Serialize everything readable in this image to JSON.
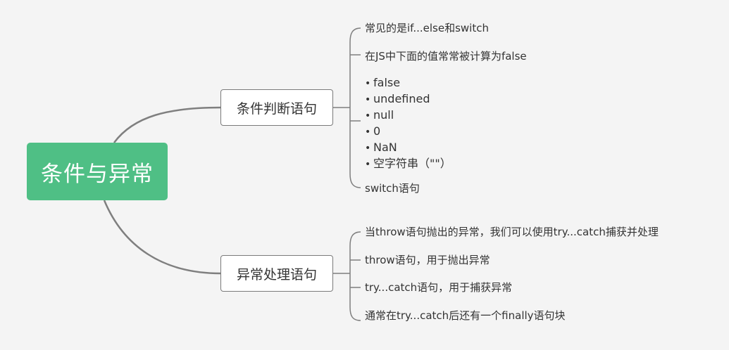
{
  "colors": {
    "root_fill": "#4fbf85",
    "connector": "#7f7f7f",
    "background": "#f4f4f4"
  },
  "root": {
    "label": "条件与异常"
  },
  "branches": [
    {
      "label": "条件判断语句",
      "items": [
        "常见的是if...else和switch",
        "在JS中下面的值常常被计算为false"
      ],
      "falsy_values": [
        "false",
        "undefined",
        "null",
        "0",
        "NaN",
        "空字符串（\"\"）"
      ],
      "last_item": "switch语句"
    },
    {
      "label": "异常处理语句",
      "items": [
        "当throw语句抛出的异常，我们可以使用try...catch捕获并处理",
        "throw语句，用于抛出异常",
        "try...catch语句，用于捕获异常",
        "通常在try...catch后还有一个finally语句块"
      ]
    }
  ]
}
